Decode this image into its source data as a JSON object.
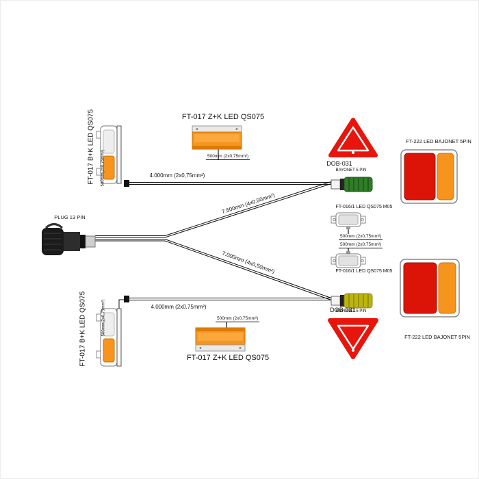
{
  "colors": {
    "orange": "#F7941D",
    "orange_dark": "#DD7B00",
    "red": "#E8150D",
    "lamp_red": "#DC1408",
    "green_connector": "#2F7D26",
    "yellow_connector": "#BCB40F",
    "wire_black": "#111111"
  },
  "components": {
    "marker_lamp_top_left": {
      "label": "FT-017 B+K LED QS075",
      "cable": "500mm(2x0,75mm²)"
    },
    "clearance_lamp_top": {
      "label": "FT-017 Z+K LED  QS075",
      "cable": "500mm (2x0,75mm²)"
    },
    "warning_triangle_top": {
      "label": "DOB-031"
    },
    "rear_lamp_top": {
      "label": "FT-222 LED BAJONET 5PIN"
    },
    "bayonet_connector_top": {
      "label": "BAYONET 5 PIN"
    },
    "plug": {
      "label": "PLUG 13 PIN"
    },
    "marker_lamp_side_upper": {
      "label": "FT-016/1 LED QS075 M05",
      "cable": "500mm (2x0,75mm²)"
    },
    "marker_lamp_side_lower": {
      "label": "FT-016/1 LED QS075 M05",
      "cable": "500mm (2x0,75mm²)"
    },
    "bayonet_connector_bottom": {
      "label": "BAYONET 5 PIN"
    },
    "warning_triangle_bottom": {
      "label": "DOB-031"
    },
    "rear_lamp_bottom": {
      "label": "FT-222 LED BAJONET 5PIN"
    },
    "clearance_lamp_bottom": {
      "label": "FT-017 Z+K LED QS075",
      "cable": "500mm (2x0,75mm²)"
    },
    "marker_lamp_bottom_left": {
      "label": "FT-017 B+K LED QS075",
      "cable": "500mm(2x0,75mm²)"
    }
  },
  "wires": {
    "top": "4.000mm  (2x0,75mm²)",
    "upper_diagonal": "7.500mm  (4x0,50mm²)",
    "lower_diagonal": "7.000mm  (4x0,50mm²)",
    "bottom": "4.000mm  (2x0,75mm²)"
  }
}
